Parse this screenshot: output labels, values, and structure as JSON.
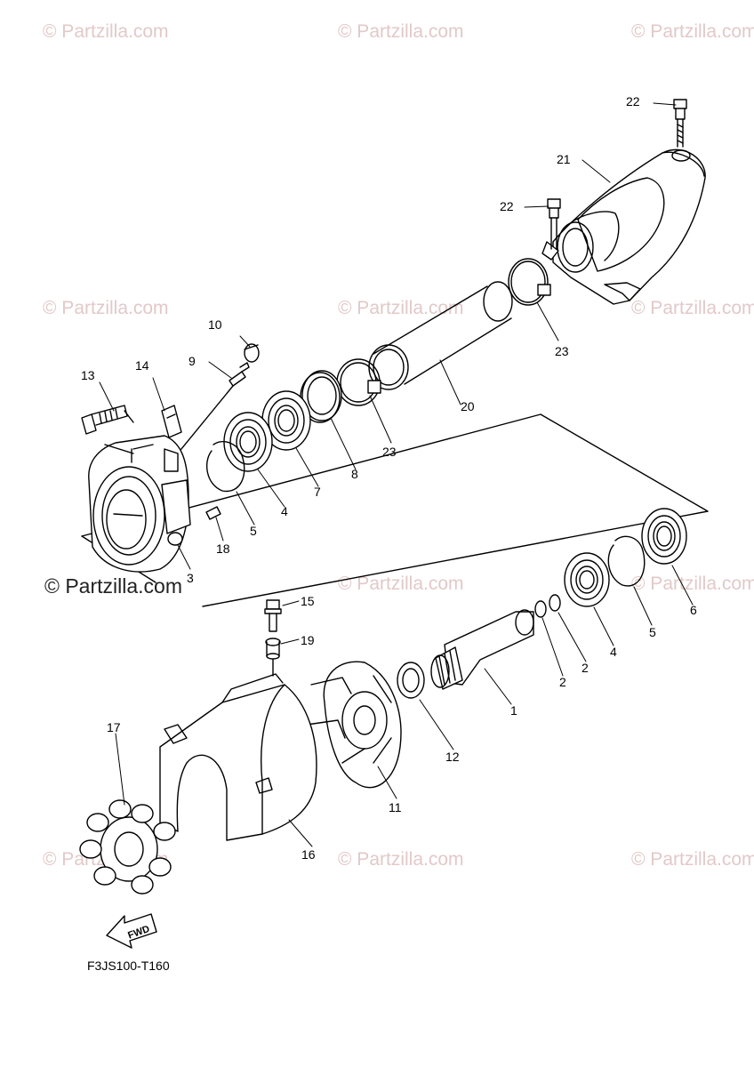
{
  "watermark": {
    "text": "© Partzilla.com",
    "main_text": "© Partzilla.com"
  },
  "diagram_code": "F3JS100-T160",
  "fwd_label": "FWD",
  "callouts": {
    "c1": "1",
    "c2a": "2",
    "c2b": "2",
    "c3": "3",
    "c4a": "4",
    "c4b": "4",
    "c5a": "5",
    "c5b": "5",
    "c6": "6",
    "c7": "7",
    "c8": "8",
    "c9": "9",
    "c10": "10",
    "c11": "11",
    "c12": "12",
    "c13": "13",
    "c14": "14",
    "c15": "15",
    "c16": "16",
    "c17": "17",
    "c18": "18",
    "c19": "19",
    "c20": "20",
    "c21": "21",
    "c22a": "22",
    "c22b": "22",
    "c23a": "23",
    "c23b": "23"
  }
}
